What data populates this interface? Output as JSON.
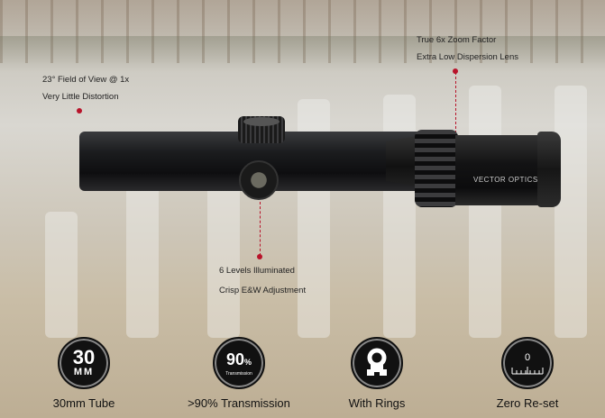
{
  "brand": "VECTOR OPTICS",
  "annotations": {
    "fov_line1": "23° Field of View @ 1x",
    "fov_line2": "Very Little Distortion",
    "zoom_line1": "True 6x Zoom Factor",
    "zoom_line2": "Extra Low Dispersion Lens",
    "illum_line1": "6 Levels Illuminated",
    "illum_line2": "Crisp E&W Adjustment"
  },
  "features": [
    {
      "icon": "30mm-icon",
      "big": "30",
      "small": "MM",
      "label": "30mm Tube"
    },
    {
      "icon": "transmission-icon",
      "big": "90",
      "small": "%",
      "sub": "Transmission",
      "label": ">90% Transmission"
    },
    {
      "icon": "rings-icon",
      "label": "With Rings"
    },
    {
      "icon": "zero-reset-icon",
      "big": "0",
      "label": "Zero Re-set"
    }
  ],
  "accent": "#b8132a"
}
